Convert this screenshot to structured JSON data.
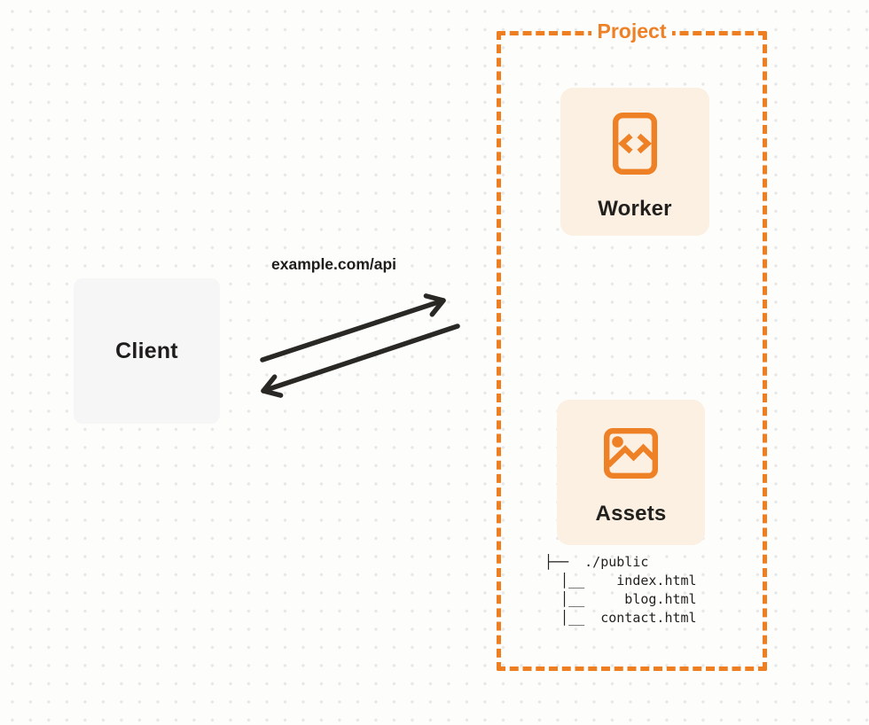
{
  "colors": {
    "accent_orange": "#ee7e20",
    "icon_orange": "#ee8026",
    "card_cream": "#fcf0e3",
    "client_gray": "#f6f6f6",
    "ink": "#21201d",
    "arrow_ink": "#2a2824",
    "page_background": "#fdfdfc",
    "grid_dot": "#e7e7e7"
  },
  "client": {
    "label": "Client"
  },
  "connection": {
    "url_label": "example.com/api",
    "request_icon": "arrow-up-right",
    "response_icon": "arrow-down-left"
  },
  "project": {
    "title": "Project",
    "worker": {
      "label": "Worker",
      "icon": "code-document-icon"
    },
    "assets": {
      "label": "Assets",
      "icon": "image-icon",
      "tree": {
        "lines": [
          "├──  ./public",
          "  │__    index.html",
          "  │__     blog.html",
          "  │__  contact.html"
        ]
      }
    }
  }
}
